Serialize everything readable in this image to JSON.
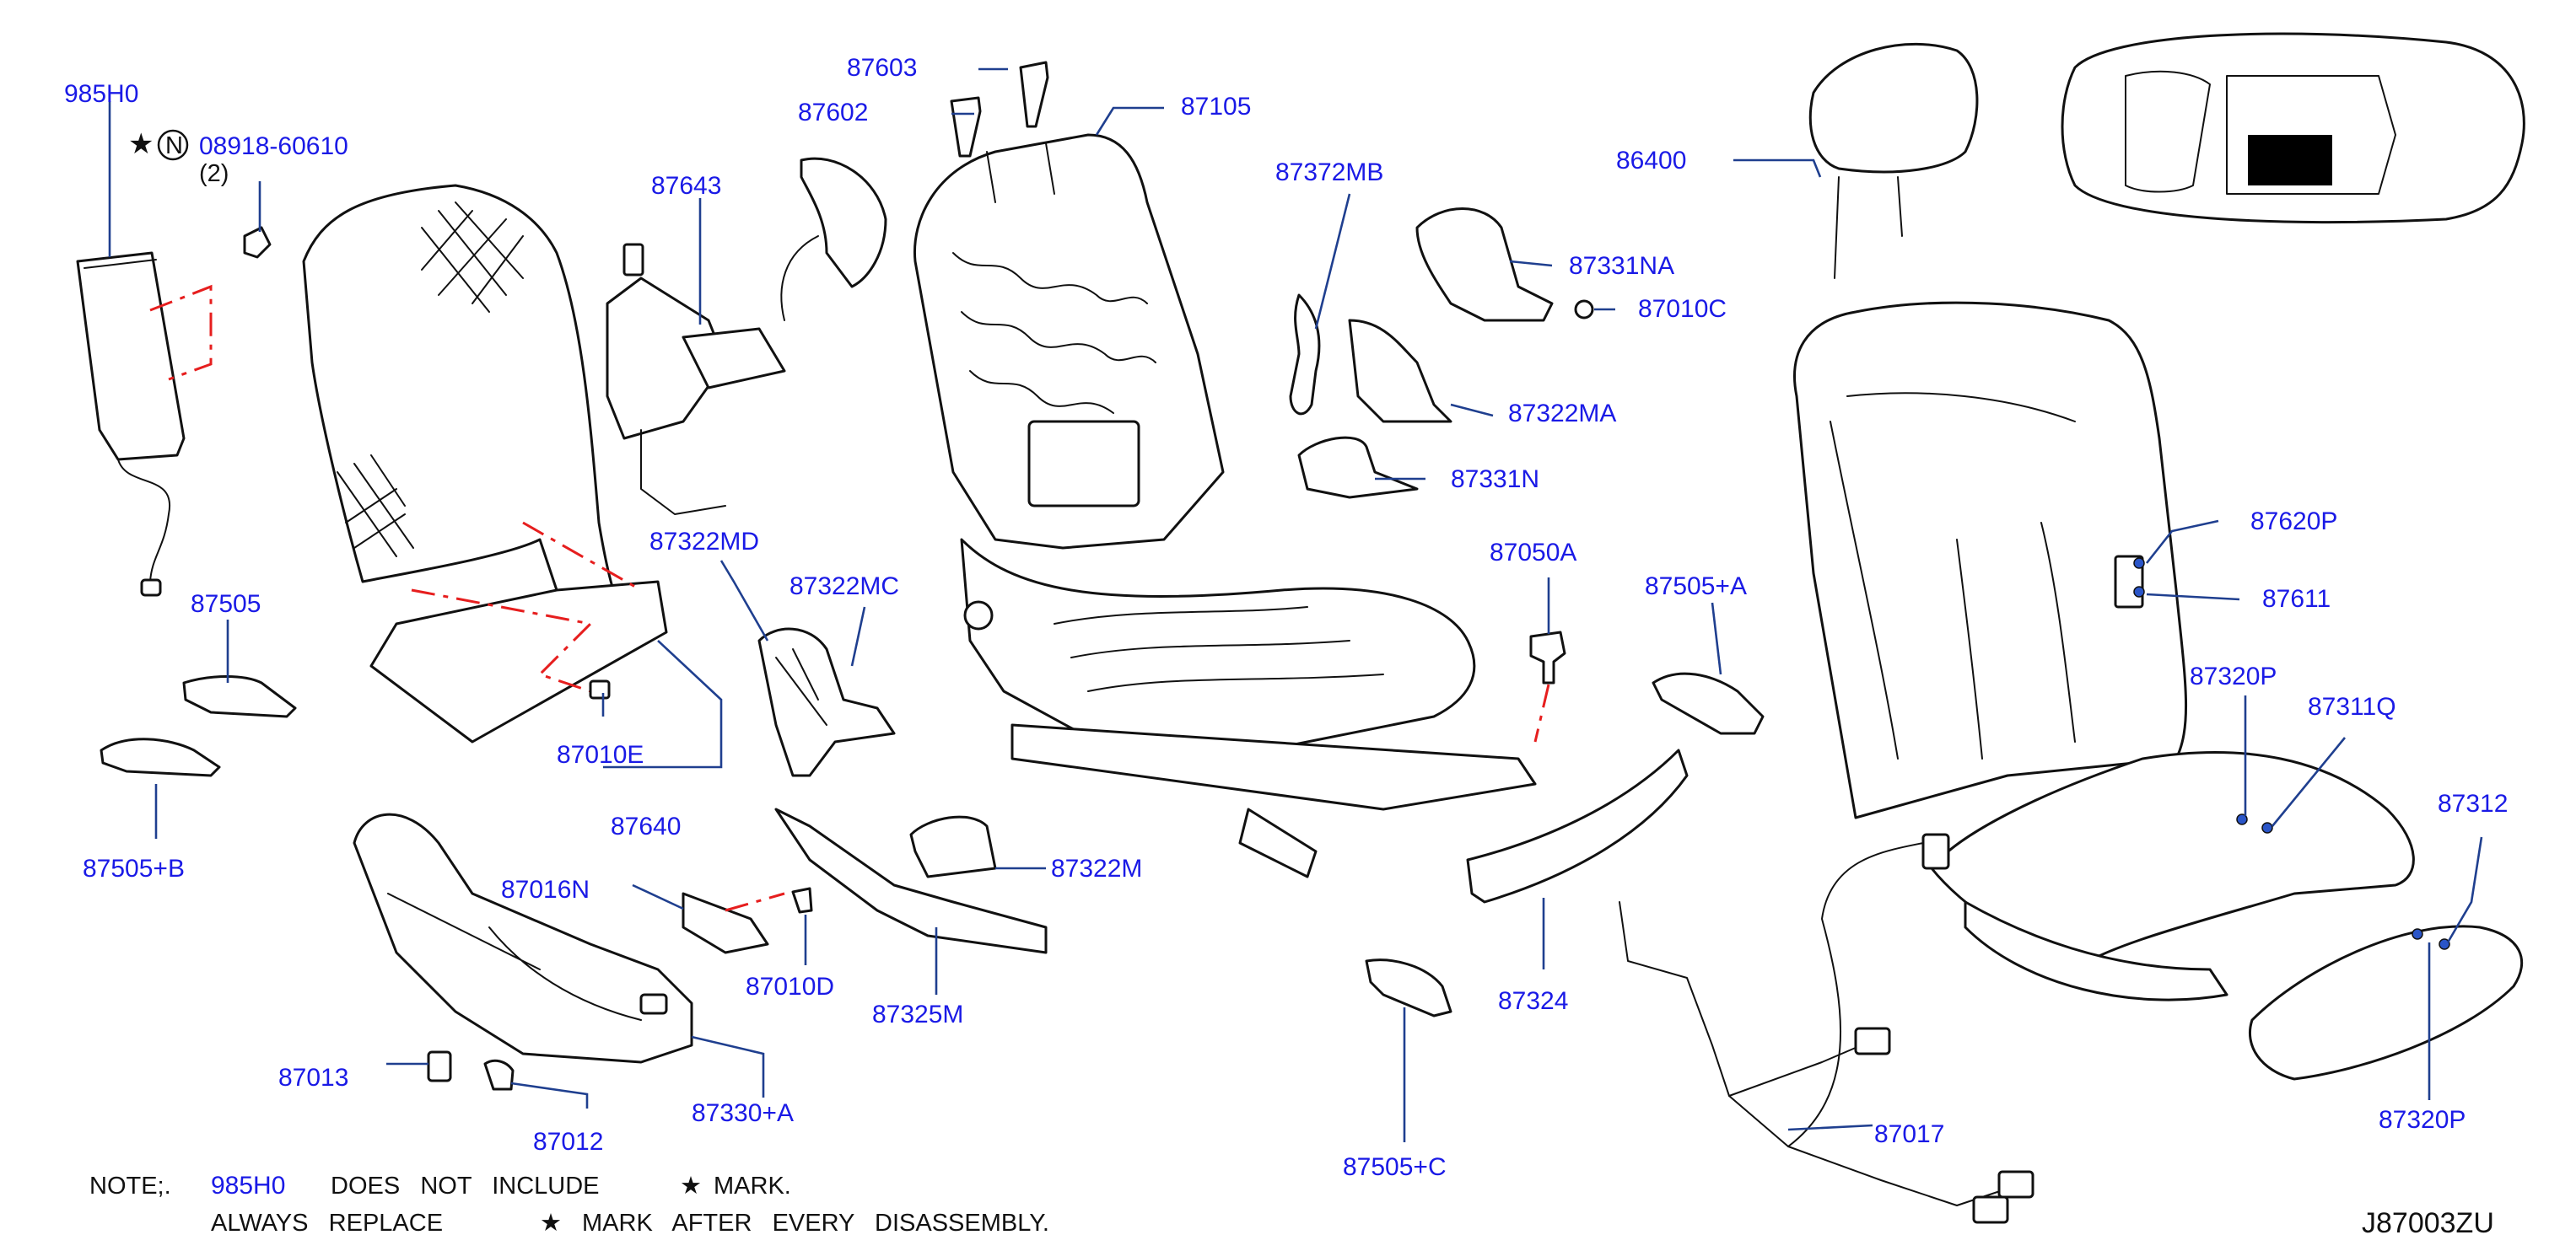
{
  "diagram_id": "J87003ZU",
  "labels": {
    "p985H0": "985H0",
    "p08918": "08918-60610",
    "qty2": "(2)",
    "circleN": "N",
    "p87603": "87603",
    "p87602": "87602",
    "p87105": "87105",
    "p87643": "87643",
    "p87372MB": "87372MB",
    "p86400": "86400",
    "p87331NA": "87331NA",
    "p87010C": "87010C",
    "p87322MA": "87322MA",
    "p87331N": "87331N",
    "p87322MD": "87322MD",
    "p87322MC": "87322MC",
    "p87505": "87505",
    "p87010E": "87010E",
    "p87640": "87640",
    "p87505B": "87505+B",
    "p87050A": "87050A",
    "p87505A": "87505+A",
    "p87620P": "87620P",
    "p87611": "87611",
    "p87320P_top": "87320P",
    "p87311Q": "87311Q",
    "p87312": "87312",
    "p87016N": "87016N",
    "p87010D": "87010D",
    "p87325M": "87325M",
    "p87322M": "87322M",
    "p87324": "87324",
    "p87013": "87013",
    "p87012": "87012",
    "p87330A": "87330+A",
    "p87505C": "87505+C",
    "p87017": "87017",
    "p87320P_bottom": "87320P"
  },
  "notes": {
    "line1_prefix": "NOTE;.",
    "line1_part": "985H0",
    "line1_words": "DOES   NOT   INCLUDE",
    "line1_mark": "MARK.",
    "line2_a": "ALWAYS   REPLACE",
    "line2_b": "MARK   AFTER   EVERY   DISASSEMBLY.",
    "star": "★"
  },
  "colors": {
    "label_blue": "#1a1ae6",
    "leader_blue": "#1f3f8f",
    "phantom_red": "#e61e1e",
    "line_black": "#111111"
  }
}
